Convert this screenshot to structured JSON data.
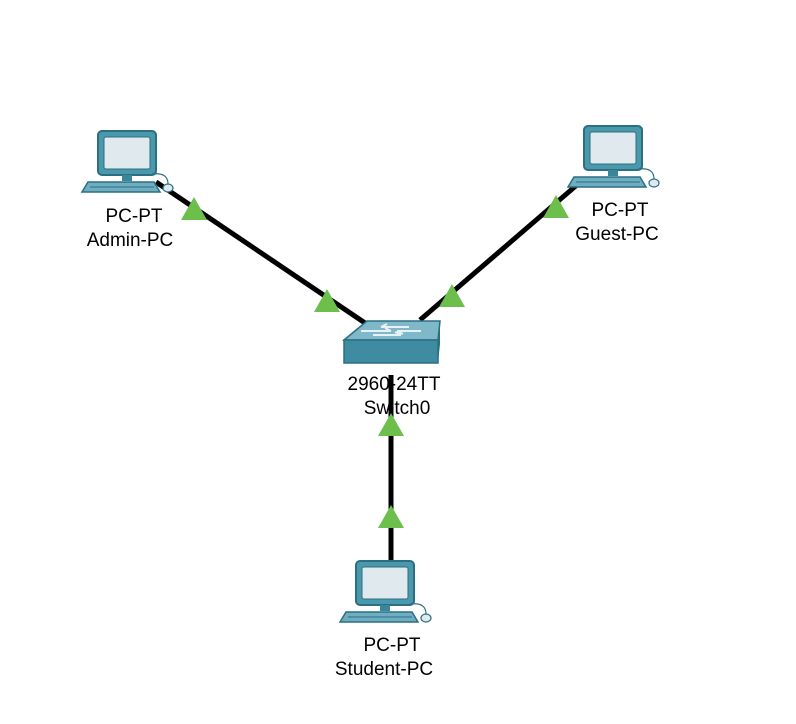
{
  "colors": {
    "link": "#000000",
    "link_up": "#6cbf4b",
    "device_teal": "#4a98ab",
    "device_dark": "#2b6f82",
    "screen": "#dfe9ee",
    "switch_top": "#7fb8c8",
    "switch_front": "#3f8ca2"
  },
  "devices": [
    {
      "id": "admin",
      "model": "PC-PT",
      "name": "Admin-PC",
      "icon": "pc-icon"
    },
    {
      "id": "guest",
      "model": "PC-PT",
      "name": "Guest-PC",
      "icon": "pc-icon"
    },
    {
      "id": "switch0",
      "model": "2960-24TT",
      "name": "Switch0",
      "icon": "switch-icon"
    },
    {
      "id": "student",
      "model": "PC-PT",
      "name": "Student-PC",
      "icon": "pc-icon"
    }
  ],
  "links": [
    {
      "from": "admin",
      "to": "switch0",
      "status": "up"
    },
    {
      "from": "guest",
      "to": "switch0",
      "status": "up"
    },
    {
      "from": "student",
      "to": "switch0",
      "status": "up"
    }
  ]
}
